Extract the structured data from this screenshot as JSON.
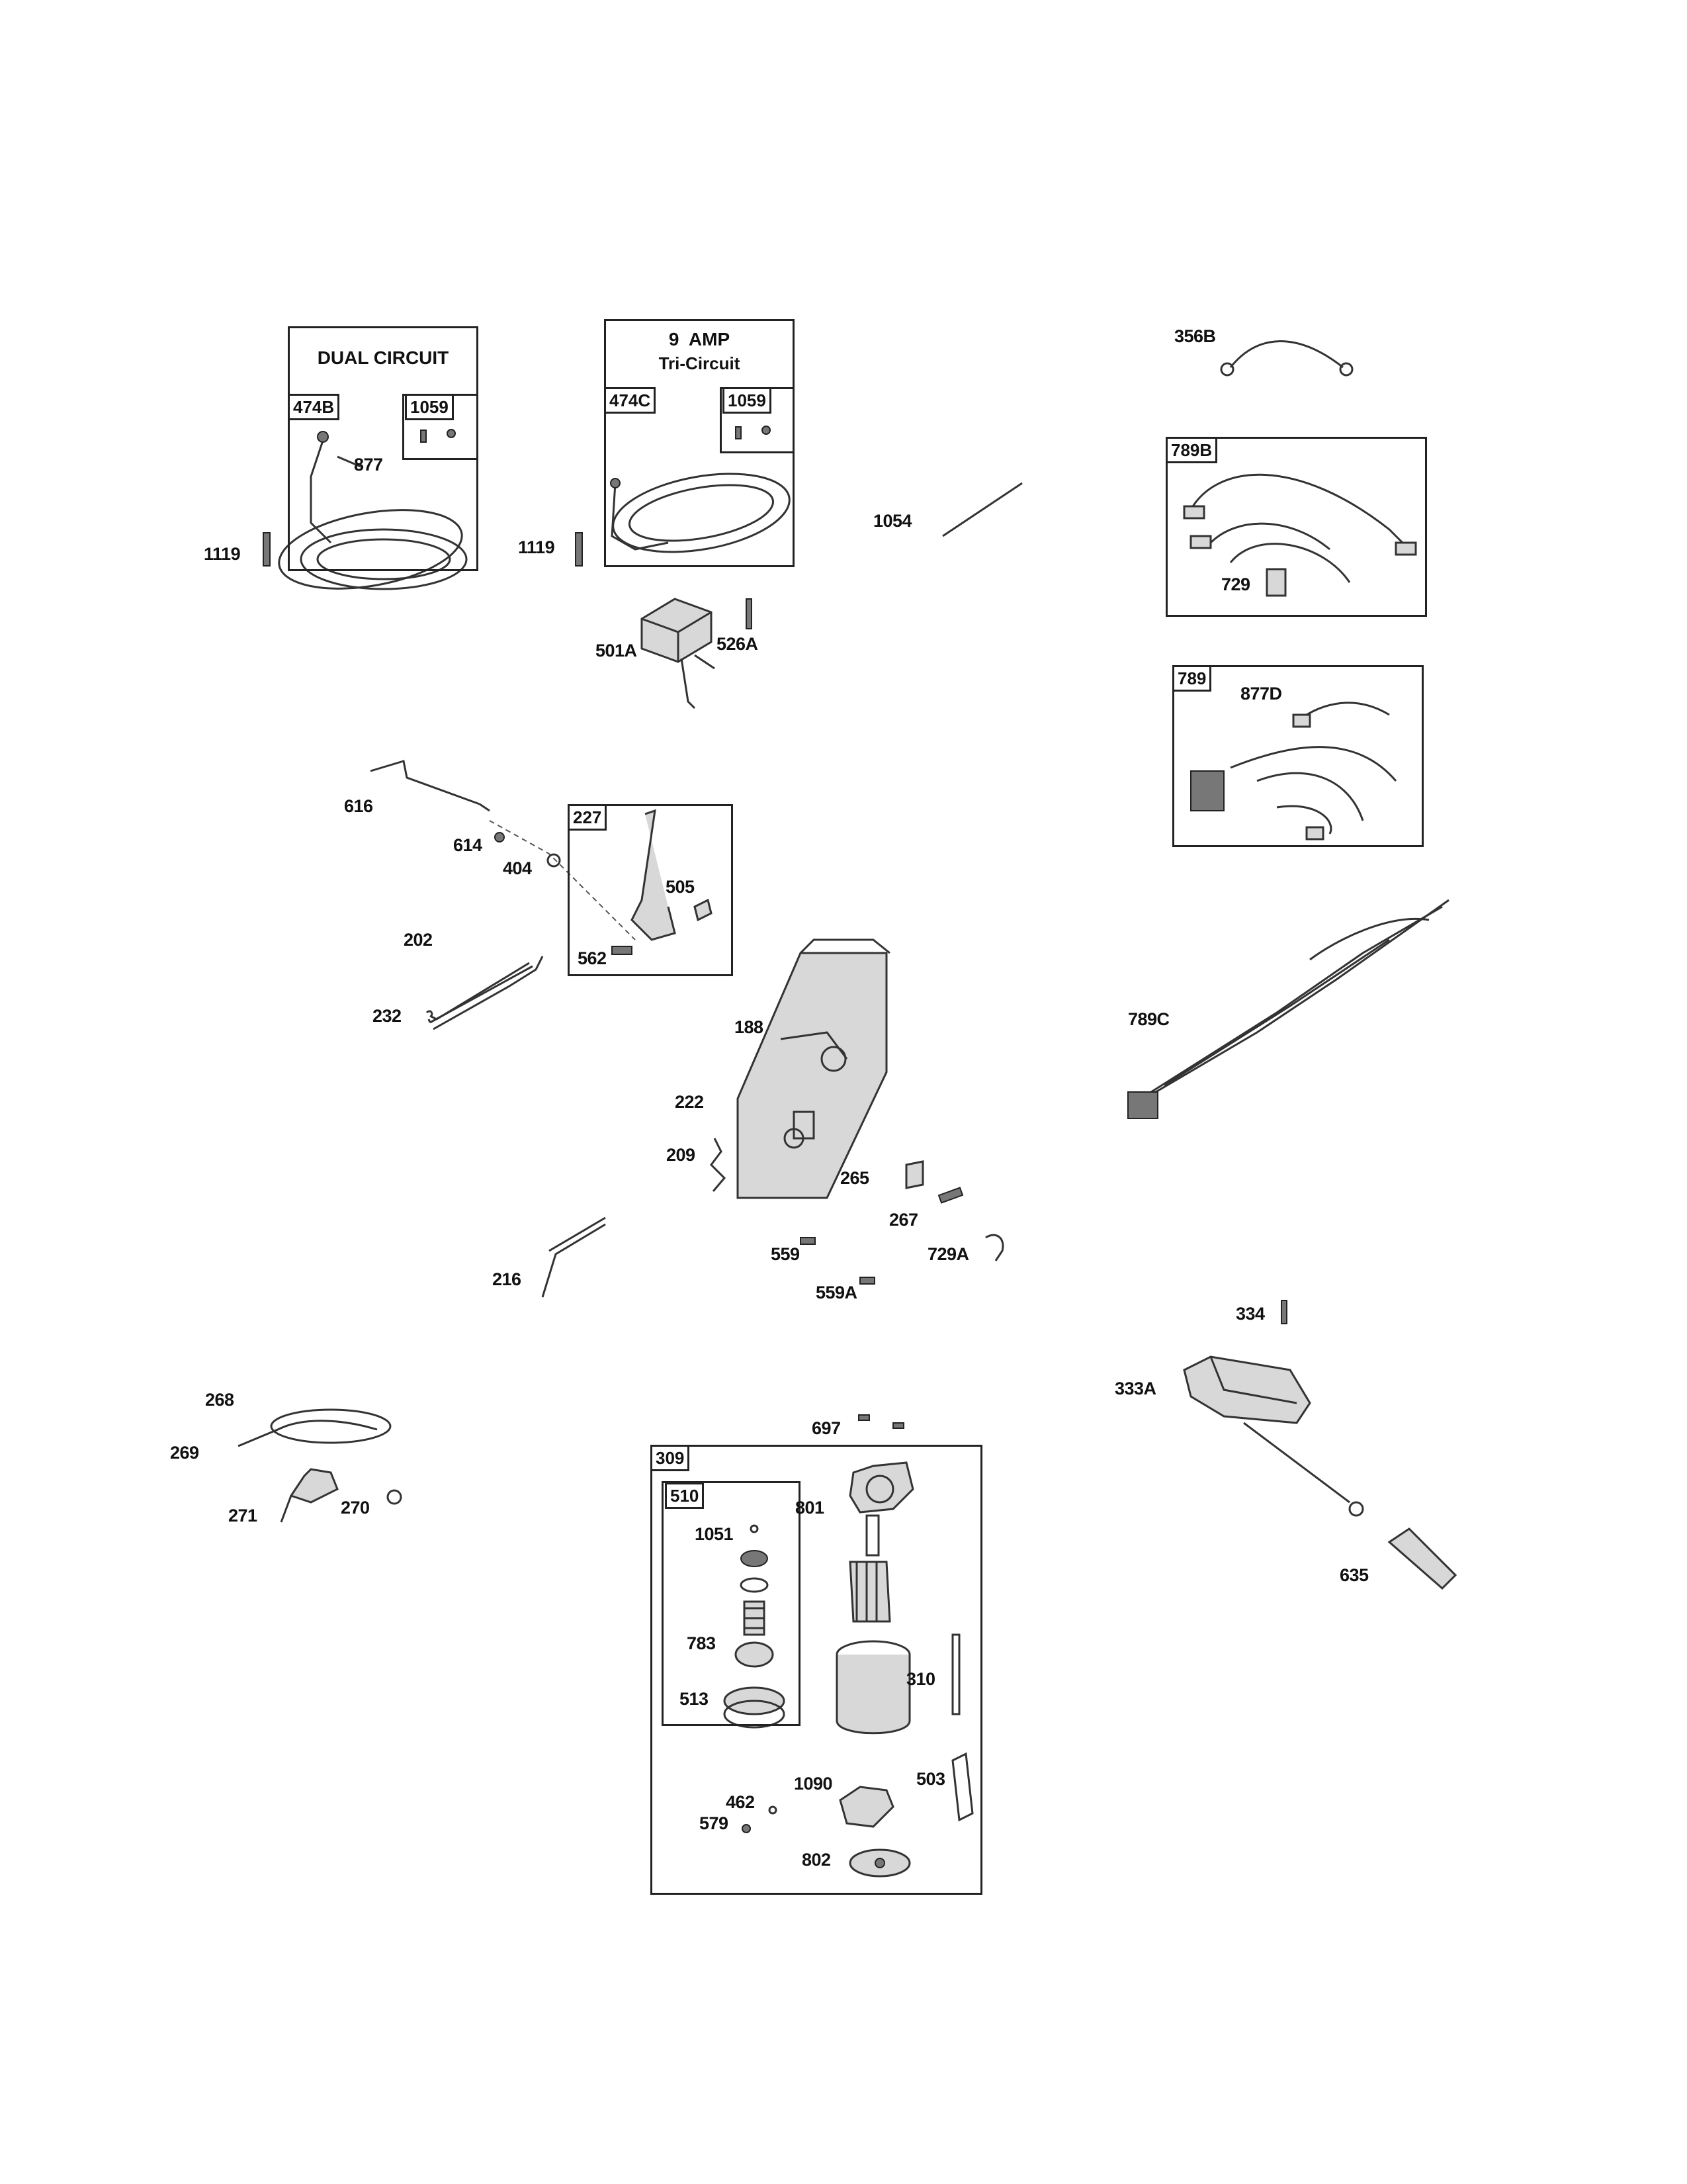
{
  "boxes": {
    "dual_circuit": {
      "title": "DUAL CIRCUIT",
      "tag_a": "474B",
      "tag_b": "1059"
    },
    "tri_circuit": {
      "title_line1": "9  AMP",
      "title_line2": "Tri-Circuit",
      "tag_a": "474C",
      "tag_b": "1059"
    },
    "b789b": {
      "tag": "789B"
    },
    "b789": {
      "tag": "789"
    },
    "b227": {
      "tag": "227"
    },
    "b309": {
      "tag": "309"
    },
    "b510": {
      "tag": "510"
    }
  },
  "labels": {
    "p1119a": "1119",
    "p877": "877",
    "p1119b": "1119",
    "p501a": "501A",
    "p526a": "526A",
    "p1054": "1054",
    "p356b": "356B",
    "p729": "729",
    "p877d": "877D",
    "p789c": "789C",
    "p616": "616",
    "p614": "614",
    "p404": "404",
    "p505": "505",
    "p562": "562",
    "p202": "202",
    "p232": "232",
    "p188": "188",
    "p222": "222",
    "p209": "209",
    "p265": "265",
    "p267": "267",
    "p559": "559",
    "p729a": "729A",
    "p559a": "559A",
    "p216": "216",
    "p334": "334",
    "p333a": "333A",
    "p635": "635",
    "p268": "268",
    "p269": "269",
    "p271": "271",
    "p270": "270",
    "p697": "697",
    "p801": "801",
    "p1051": "1051",
    "p783": "783",
    "p513": "513",
    "p310": "310",
    "p1090": "1090",
    "p503": "503",
    "p462": "462",
    "p579": "579",
    "p802": "802"
  }
}
